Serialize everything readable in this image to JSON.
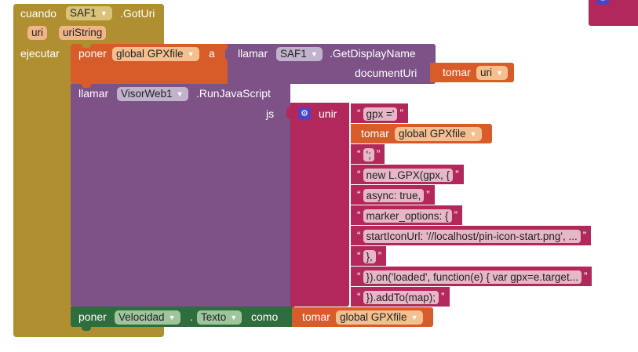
{
  "event": {
    "when_label": "cuando",
    "component": "SAF1",
    "event_name": ".GotUri",
    "params": [
      "uri",
      "uriString"
    ],
    "do_label": "ejecutar"
  },
  "set_gpx": {
    "set_label": "poner",
    "variable": "global GPXfile",
    "to_label": "a"
  },
  "call_display": {
    "call_label": "llamar",
    "component": "SAF1",
    "method": ".GetDisplayName",
    "arg_label": "documentUri",
    "get_label": "tomar",
    "get_var": "uri"
  },
  "call_js": {
    "call_label": "llamar",
    "component": "VisorWeb1",
    "method": ".RunJavaScript",
    "arg_label": "js",
    "join_label": "unir",
    "get_label": "tomar",
    "get_var": "global GPXfile",
    "strings": [
      "gpx ='",
      "';",
      "new L.GPX(gpx, {",
      "async: true,",
      "marker_options: {",
      "startIconUrl: '//localhost/pin-icon-start.png', ...",
      "},",
      "}).on('loaded', function(e) {   var gpx=e.target...",
      "}).addTo(map);"
    ]
  },
  "set_speed": {
    "set_label": "poner",
    "component": "Velocidad",
    "dot": ".",
    "property": "Texto",
    "as_label": "como",
    "get_label": "tomar",
    "get_var": "global GPXfile"
  },
  "colors": {
    "event": "#b08f30",
    "set_var": "#d85c2a",
    "call": "#7c5287",
    "text": "#b3285a",
    "component_set": "#2e6d3d"
  }
}
